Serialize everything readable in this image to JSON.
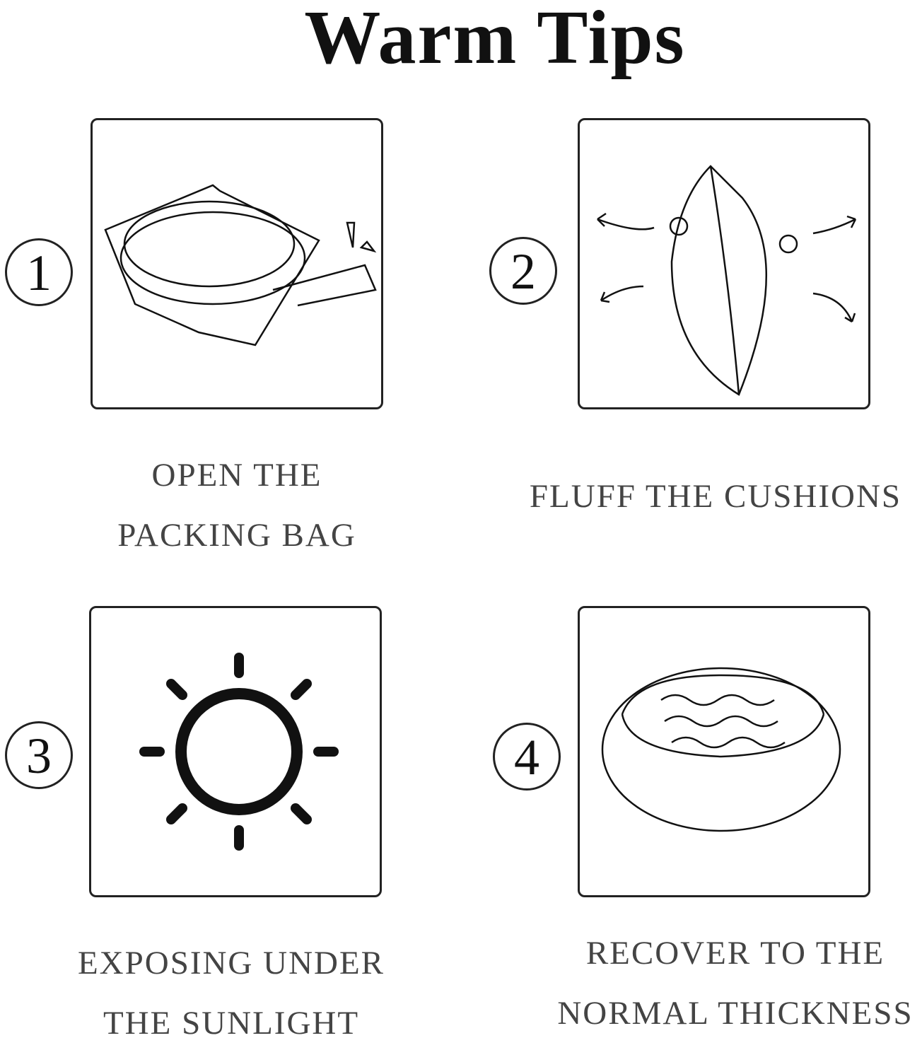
{
  "title": "Warm Tips",
  "steps": [
    {
      "number": "1",
      "caption_line1": "OPEN THE",
      "caption_line2": "PACKING BAG",
      "icon": "packing-bag-icon"
    },
    {
      "number": "2",
      "caption_line1": "FLUFF THE CUSHIONS",
      "icon": "fluff-cushion-icon"
    },
    {
      "number": "3",
      "caption_line1": "EXPOSING UNDER",
      "caption_line2": "THE SUNLIGHT",
      "icon": "sun-icon"
    },
    {
      "number": "4",
      "caption_line1": "RECOVER TO THE",
      "caption_line2": "NORMAL THICKNESS",
      "icon": "cushion-icon"
    }
  ]
}
